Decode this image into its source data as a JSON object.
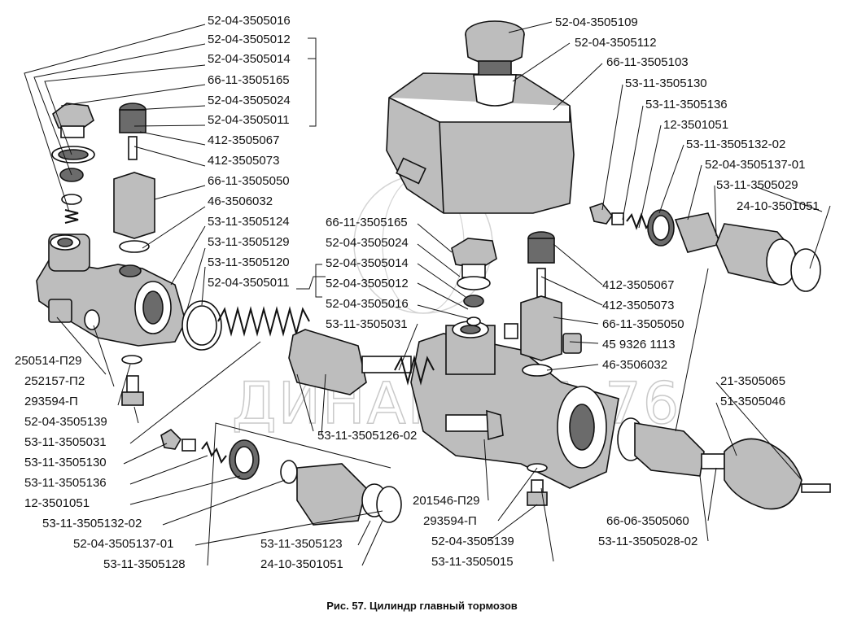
{
  "caption": "Рис. 57. Цилиндр главный тормозов",
  "watermark": "ДИНАМИКА 76",
  "labels": {
    "l1": "52-04-3505016",
    "l2": "52-04-3505012",
    "l3": "52-04-3505014",
    "l4": "66-11-3505165",
    "l5": "52-04-3505024",
    "l6": "52-04-3505011",
    "l7": "412-3505067",
    "l8": "412-3505073",
    "l9": "66-11-3505050",
    "l10": "46-3506032",
    "l11": "53-11-3505124",
    "l12": "53-11-3505129",
    "l13": "53-11-3505120",
    "l14": "52-04-3505011",
    "l15": "250514-П29",
    "l16": "252157-П2",
    "l17": "293594-П",
    "l18": "52-04-3505139",
    "l19": "53-11-3505031",
    "l20": "53-11-3505130",
    "l21": "53-11-3505136",
    "l22": "12-3501051",
    "l23": "53-11-3505132-02",
    "l24": "52-04-3505137-01",
    "l25": "53-11-3505128",
    "l26": "53-11-3505123",
    "l27": "24-10-3501051",
    "l28": "53-11-3505126-02",
    "l29": "66-11-3505165",
    "l30": "52-04-3505024",
    "l31": "52-04-3505014",
    "l32": "52-04-3505012",
    "l33": "52-04-3505016",
    "l34": "53-11-3505031",
    "l35": "201546-П29",
    "l36": "293594-П",
    "l37": "52-04-3505139",
    "l38": "53-11-3505015",
    "l39": "52-04-3505109",
    "l40": "52-04-3505112",
    "l41": "66-11-3505103",
    "l42": "53-11-3505130",
    "l43": "53-11-3505136",
    "l44": "12-3501051",
    "l45": "53-11-3505132-02",
    "l46": "52-04-3505137-01",
    "l47": "53-11-3505029",
    "l48": "24-10-3501051",
    "l49": "412-3505067",
    "l50": "412-3505073",
    "l51": "66-11-3505050",
    "l52": "45 9326 1113",
    "l53": "46-3506032",
    "l54": "21-3505065",
    "l55": "51-3505046",
    "l56": "66-06-3505060",
    "l57": "53-11-3505028-02"
  }
}
